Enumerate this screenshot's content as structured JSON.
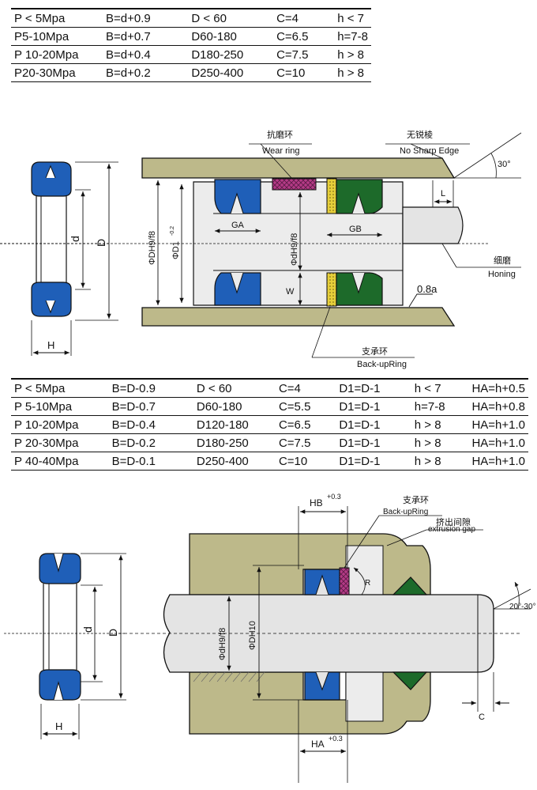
{
  "table1": {
    "rows": [
      [
        "P < 5Mpa",
        "B=d+0.9",
        "D < 60",
        "C=4",
        "h < 7"
      ],
      [
        "P5-10Mpa",
        "B=d+0.7",
        "D60-180",
        "C=6.5",
        "h=7-8"
      ],
      [
        "P 10-20Mpa",
        "B=d+0.4",
        "D180-250",
        "C=7.5",
        "h > 8"
      ],
      [
        "P20-30Mpa",
        "B=d+0.2",
        "D250-400",
        "C=10",
        "h > 8"
      ]
    ]
  },
  "table2": {
    "rows": [
      [
        "P < 5Mpa",
        "B=D-0.9",
        "D < 60",
        "C=4",
        "D1=D-1",
        "h < 7",
        "HA=h+0.5"
      ],
      [
        "P 5-10Mpa",
        "B=D-0.7",
        "D60-180",
        "C=5.5",
        "D1=D-1",
        "h=7-8",
        "HA=h+0.8"
      ],
      [
        "P 10-20Mpa",
        "B=D-0.4",
        "D120-180",
        "C=6.5",
        "D1=D-1",
        "h > 8",
        "HA=h+1.0"
      ],
      [
        "P 20-30Mpa",
        "B=D-0.2",
        "D180-250",
        "C=7.5",
        "D1=D-1",
        "h > 8",
        "HA=h+1.0"
      ],
      [
        "P 40-40Mpa",
        "B=D-0.1",
        "D250-400",
        "C=10",
        "D1=D-1",
        "h > 8",
        "HA=h+1.0"
      ]
    ]
  },
  "diagram1": {
    "wear_ring_cn": "抗磨环",
    "wear_ring_en": "Wear ring",
    "no_sharp_cn": "无锐棱",
    "no_sharp_en": "No Sharp Edge",
    "angle": "30°",
    "l": "L",
    "ga": "GA",
    "gb": "GB",
    "dh": "ΦDH9/f8",
    "d1": "ΦD1",
    "d1_tol": "-0.2",
    "dh2": "ΦdH9/f8",
    "w": "W",
    "honing_cn": "细磨",
    "honing_en": "Honing",
    "roughness": "0.8a",
    "backup_cn": "支承环",
    "backup_en": "Back-upRing",
    "d": "d",
    "D": "D",
    "H": "H"
  },
  "diagram2": {
    "hb": "HB",
    "hb_tol": "+0.3",
    "backup_cn": "支承环",
    "backup_en": "Back-upRing",
    "gap_cn": "挤出间隙",
    "gap_en": "extrusion gap",
    "r": "R",
    "dh": "ΦdH9/f8",
    "dh10": "ΦDH10",
    "angle": "20°-30°",
    "c": "C",
    "ha": "HA",
    "ha_tol": "+0.3",
    "d": "d",
    "D": "D",
    "H": "H"
  },
  "colors": {
    "housing": "#bdb98a",
    "seal_blue": "#1f5fb8",
    "seal_green": "#1d6a2a",
    "wear_ring": "#b43a86",
    "backup_yellow": "#e6cf3a",
    "shaft": "#e4e4e4",
    "piston": "#ececec"
  }
}
